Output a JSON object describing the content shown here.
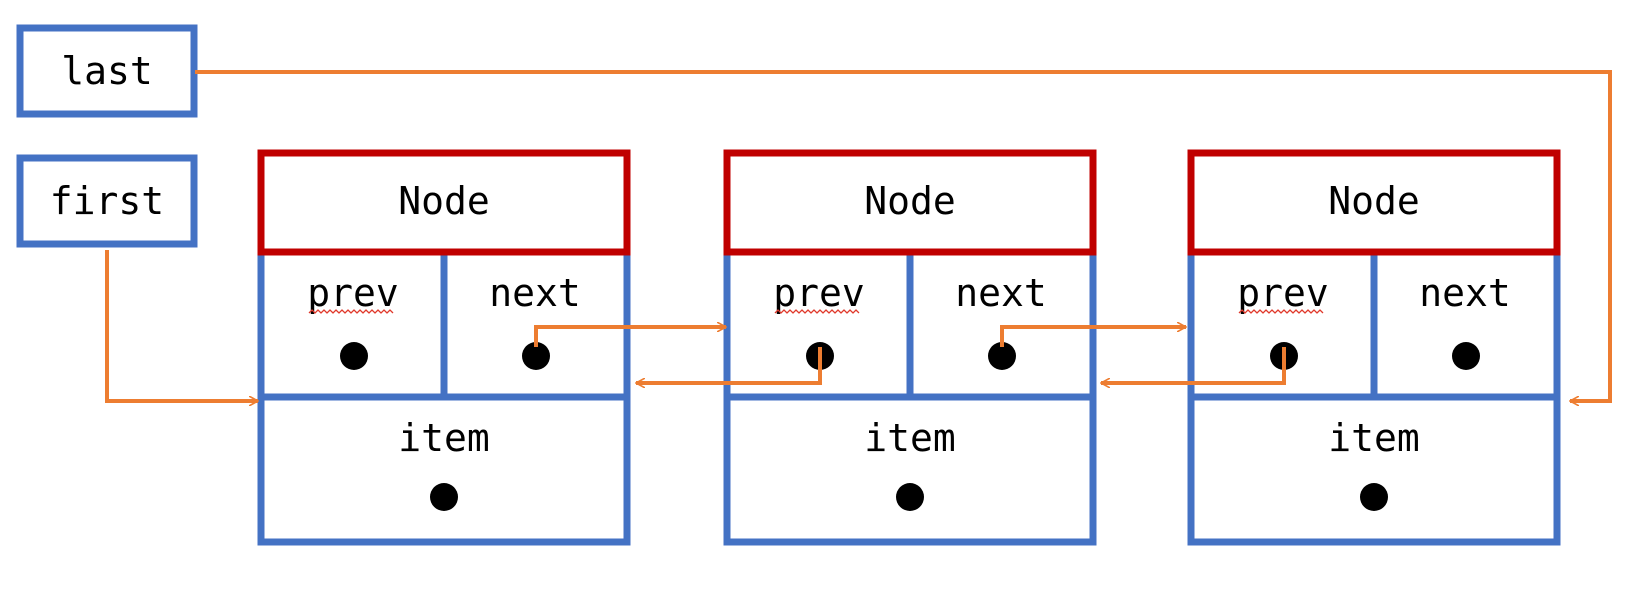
{
  "colors": {
    "node_border": "#c00000",
    "field_border": "#4472c4",
    "pointer_line": "#ed7d31",
    "dot": "#000000",
    "spellcheck": "#e0392b"
  },
  "pointers": {
    "last": "last",
    "first": "first"
  },
  "nodes": [
    {
      "title": "Node",
      "prev": "prev",
      "next": "next",
      "item": "item"
    },
    {
      "title": "Node",
      "prev": "prev",
      "next": "next",
      "item": "item"
    },
    {
      "title": "Node",
      "prev": "prev",
      "next": "next",
      "item": "item"
    }
  ]
}
